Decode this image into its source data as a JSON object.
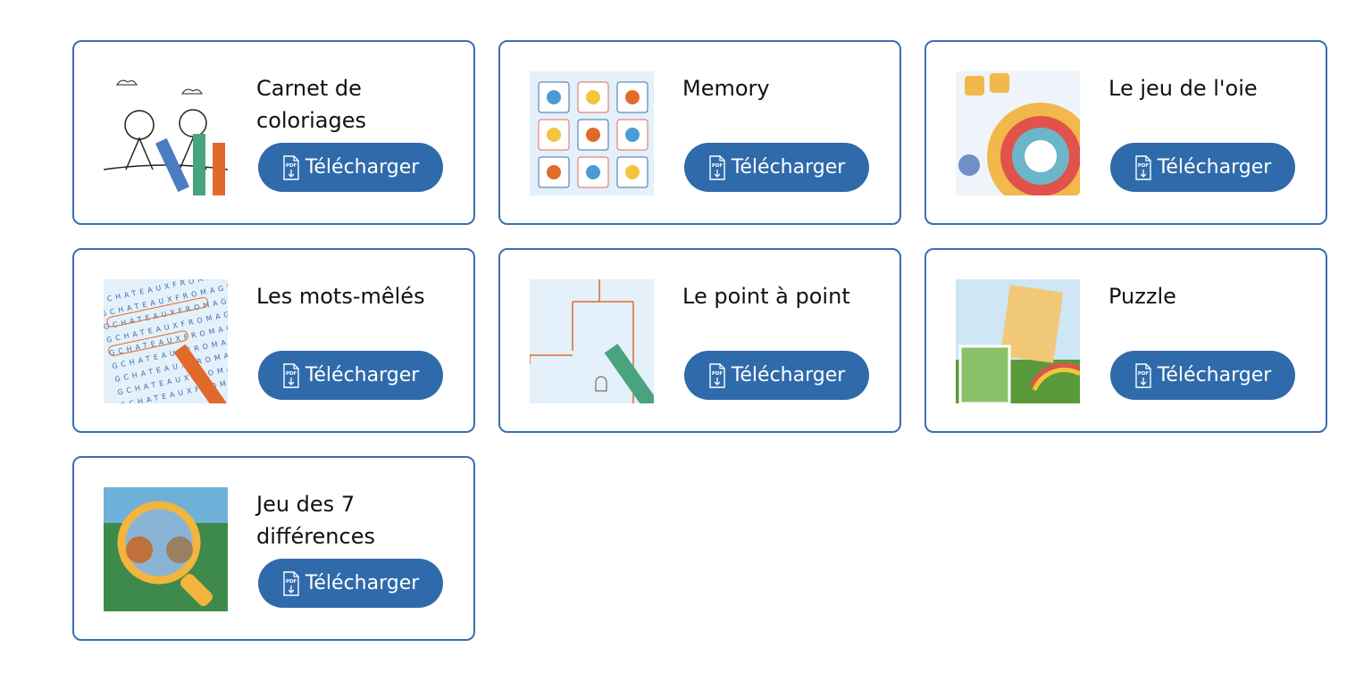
{
  "download_label": "Télécharger",
  "pdf_icon_text": "PDF",
  "cards": [
    {
      "title": "Carnet de coloriages",
      "image": "coloring-book",
      "bg": "#ffffff"
    },
    {
      "title": "Memory",
      "image": "memory-game",
      "bg": "#e4f0fa"
    },
    {
      "title": "Le jeu de l'oie",
      "image": "goose-game",
      "bg": "#eef4fa"
    },
    {
      "title": "Les mots-mêlés",
      "image": "word-search",
      "bg": "#e4f0fa"
    },
    {
      "title": "Le point à point",
      "image": "dot-to-dot",
      "bg": "#e4f0fa"
    },
    {
      "title": "Puzzle",
      "image": "puzzle",
      "bg": "#cfe6f5"
    },
    {
      "title": "Jeu des 7 différences",
      "image": "spot-the-difference",
      "bg": "#3d8a4a"
    }
  ],
  "colors": {
    "accent": "#2f6aab",
    "border": "#3a6fae"
  }
}
